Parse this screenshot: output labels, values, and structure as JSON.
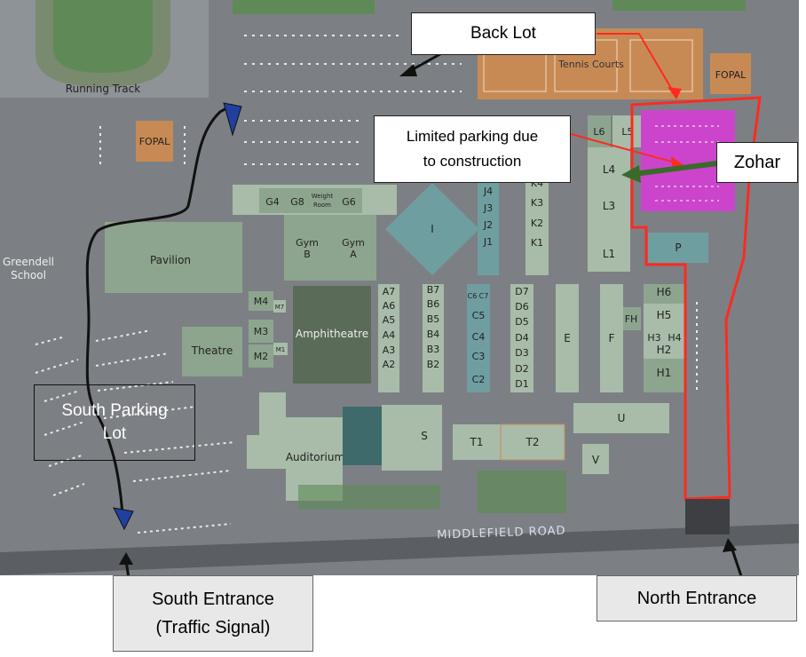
{
  "callouts": {
    "back_lot": "Back Lot",
    "limited_parking_line1": "Limited parking due",
    "limited_parking_line2": "to construction",
    "zohar": "Zohar",
    "south_parking_line1": "South Parking",
    "south_parking_line2": "Lot",
    "south_entrance_line1": "South Entrance",
    "south_entrance_line2": "(Traffic Signal)",
    "north_entrance": "North Entrance"
  },
  "map_labels": {
    "running_track": "Running Track",
    "tennis_courts": "Tennis Courts",
    "fopal_1": "FOPAL",
    "fopal_2": "FOPAL",
    "greendell_line1": "Greendell",
    "greendell_line2": "School",
    "pavilion": "Pavilion",
    "theatre": "Theatre",
    "amphitheatre": "Amphitheatre",
    "auditorium": "Auditorium",
    "middlefield_road": "MIDDLEFIELD ROAD",
    "gym_b_line1": "Gym",
    "gym_b_line2": "B",
    "gym_a_line1": "Gym",
    "gym_a_line2": "A",
    "weight_room_line1": "Weight",
    "weight_room_line2": "Room",
    "g4": "G4",
    "g8": "G8",
    "g6": "G6",
    "i": "I",
    "m4": "M4",
    "m7": "M7",
    "m3": "M3",
    "m2": "M2",
    "m1": "M1",
    "a7": "A7",
    "a6": "A6",
    "a5": "A5",
    "a4": "A4",
    "a3": "A3",
    "a2": "A2",
    "b7": "B7",
    "b6": "B6",
    "b5": "B5",
    "b4": "B4",
    "b3": "B3",
    "b2": "B2",
    "c6": "C6",
    "c7": "C7",
    "c5": "C5",
    "c4": "C4",
    "c3": "C3",
    "c2": "C2",
    "d7": "D7",
    "d6": "D6",
    "d5": "D5",
    "d4": "D4",
    "d3": "D3",
    "d2": "D2",
    "d1": "D1",
    "j4": "J4",
    "j3": "J3",
    "j2": "J2",
    "j1": "J1",
    "k4": "K4",
    "k3": "K3",
    "k2": "K2",
    "k1": "K1",
    "l6": "L6",
    "l5": "L5",
    "l4": "L4",
    "l3": "L3",
    "l1": "L1",
    "e": "E",
    "f": "F",
    "fh": "FH",
    "h6": "H6",
    "h5": "H5",
    "h3": "H3",
    "h4": "H4",
    "h2": "H2",
    "h1": "H1",
    "p": "P",
    "s": "S",
    "t1": "T1",
    "t2": "T2",
    "u": "U",
    "v": "V"
  },
  "colors": {
    "background": "#7c8084",
    "building": "#8da58e",
    "building_light": "#a8bca9",
    "teal_building": "#6f9ea0",
    "tennis": "#c88a55",
    "highlight_lot": "#cc44cc",
    "route_outline": "#ff2a1f",
    "route_path": "#111111",
    "arrow_blue": "#2040a0",
    "zohar_arrow": "#3a6a2a"
  }
}
